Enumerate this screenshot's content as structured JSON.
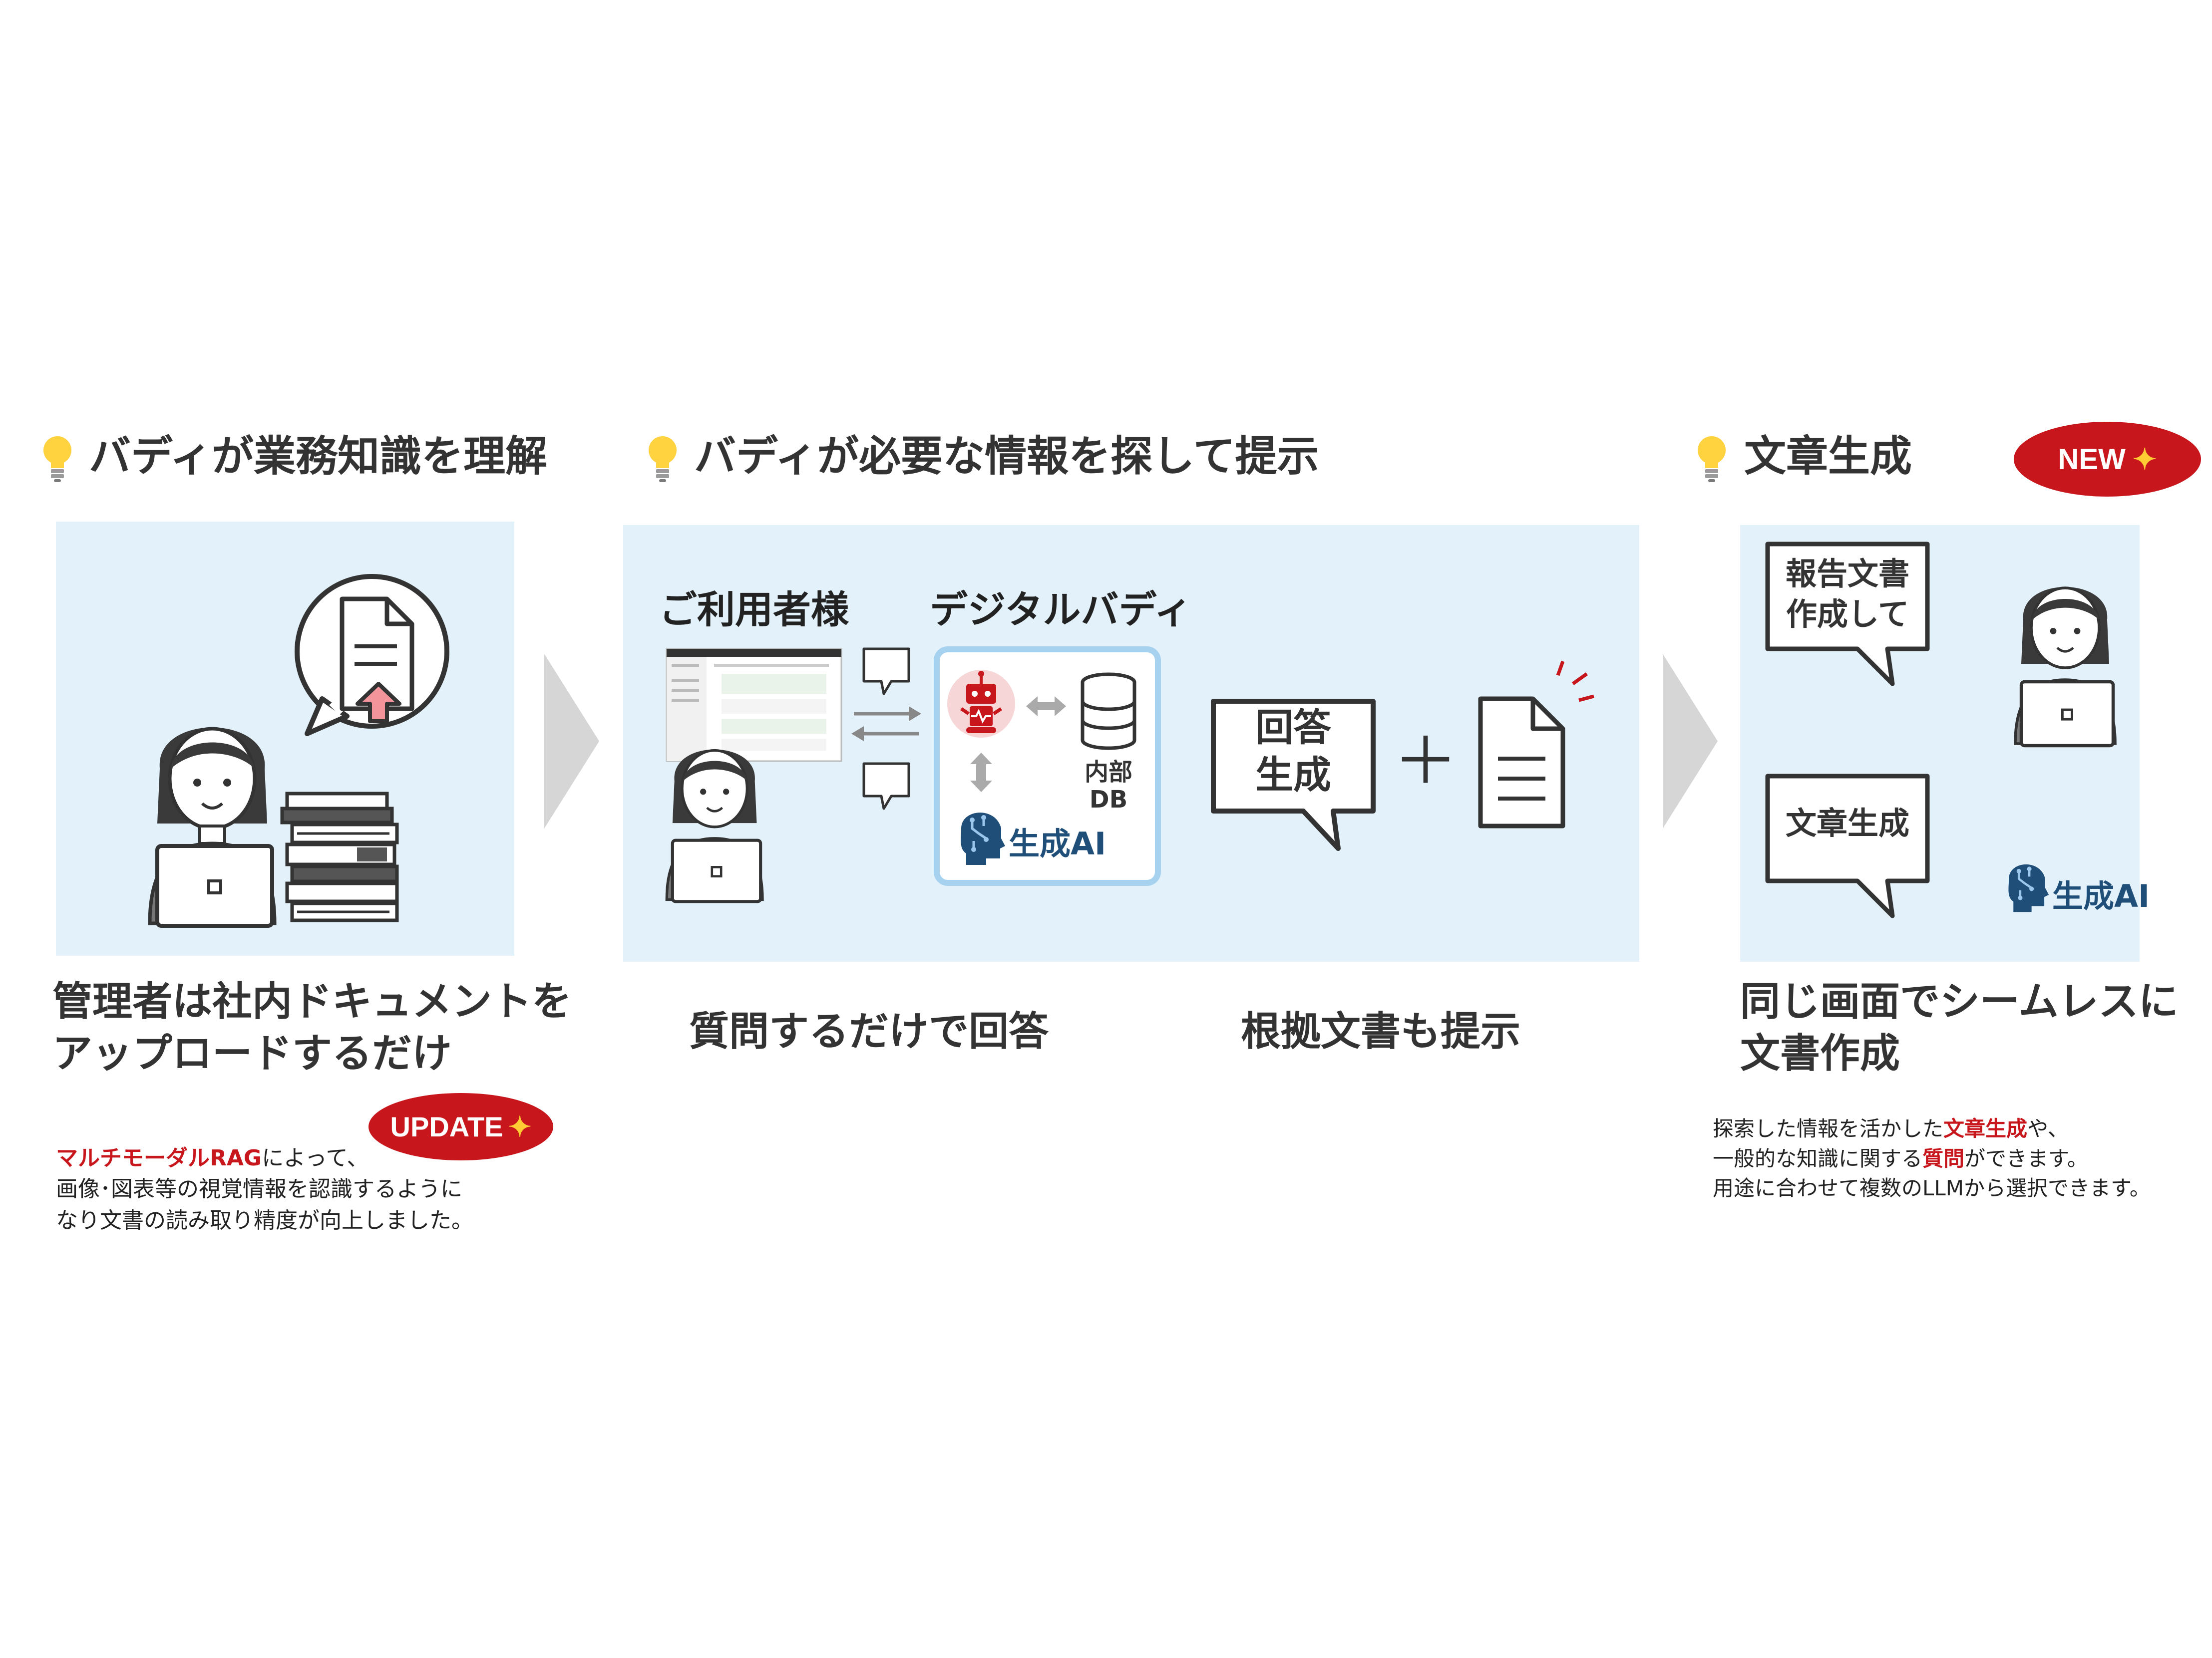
{
  "colors": {
    "panel": "#e3f1fa",
    "accent_red": "#c8161d",
    "ai_blue": "#1f4e79",
    "text": "#333333",
    "chevron": "#d6d6d6"
  },
  "section1": {
    "heading": "バディが業務知識を理解",
    "caption_line1": "管理者は社内ドキュメントを",
    "caption_line2": "アップロードするだけ",
    "badge": "UPDATE",
    "note_highlight": "マルチモーダルRAG",
    "note_rest1": "によって、",
    "note_line2": "画像･図表等の視覚情報を認識するように",
    "note_line3": "なり文書の読み取り精度が向上しました。"
  },
  "section2": {
    "heading": "バディが必要な情報を探して提示",
    "user_label": "ご利用者様",
    "buddy_label": "デジタルバディ",
    "db_label_line1": "内部",
    "db_label_line2": "DB",
    "ai_label": "生成AI",
    "answer_line1": "回答",
    "answer_line2": "生成",
    "plus": "＋",
    "caption_left": "質問するだけで回答",
    "caption_right": "根拠文書も提示"
  },
  "section3": {
    "heading": "文章生成",
    "badge": "NEW",
    "bubble1_line1": "報告文書",
    "bubble1_line2": "作成して",
    "bubble2": "文章生成",
    "ai_label": "生成AI",
    "caption_line1": "同じ画面でシームレスに",
    "caption_line2": "文書作成",
    "note_l1_a": "探索した情報を活かした",
    "note_l1_b": "文章生成",
    "note_l1_c": "や、",
    "note_l2_a": "一般的な知識に関する",
    "note_l2_b": "質問",
    "note_l2_c": "ができます。",
    "note_l3": "用途に合わせて複数のLLMから選択できます。"
  }
}
